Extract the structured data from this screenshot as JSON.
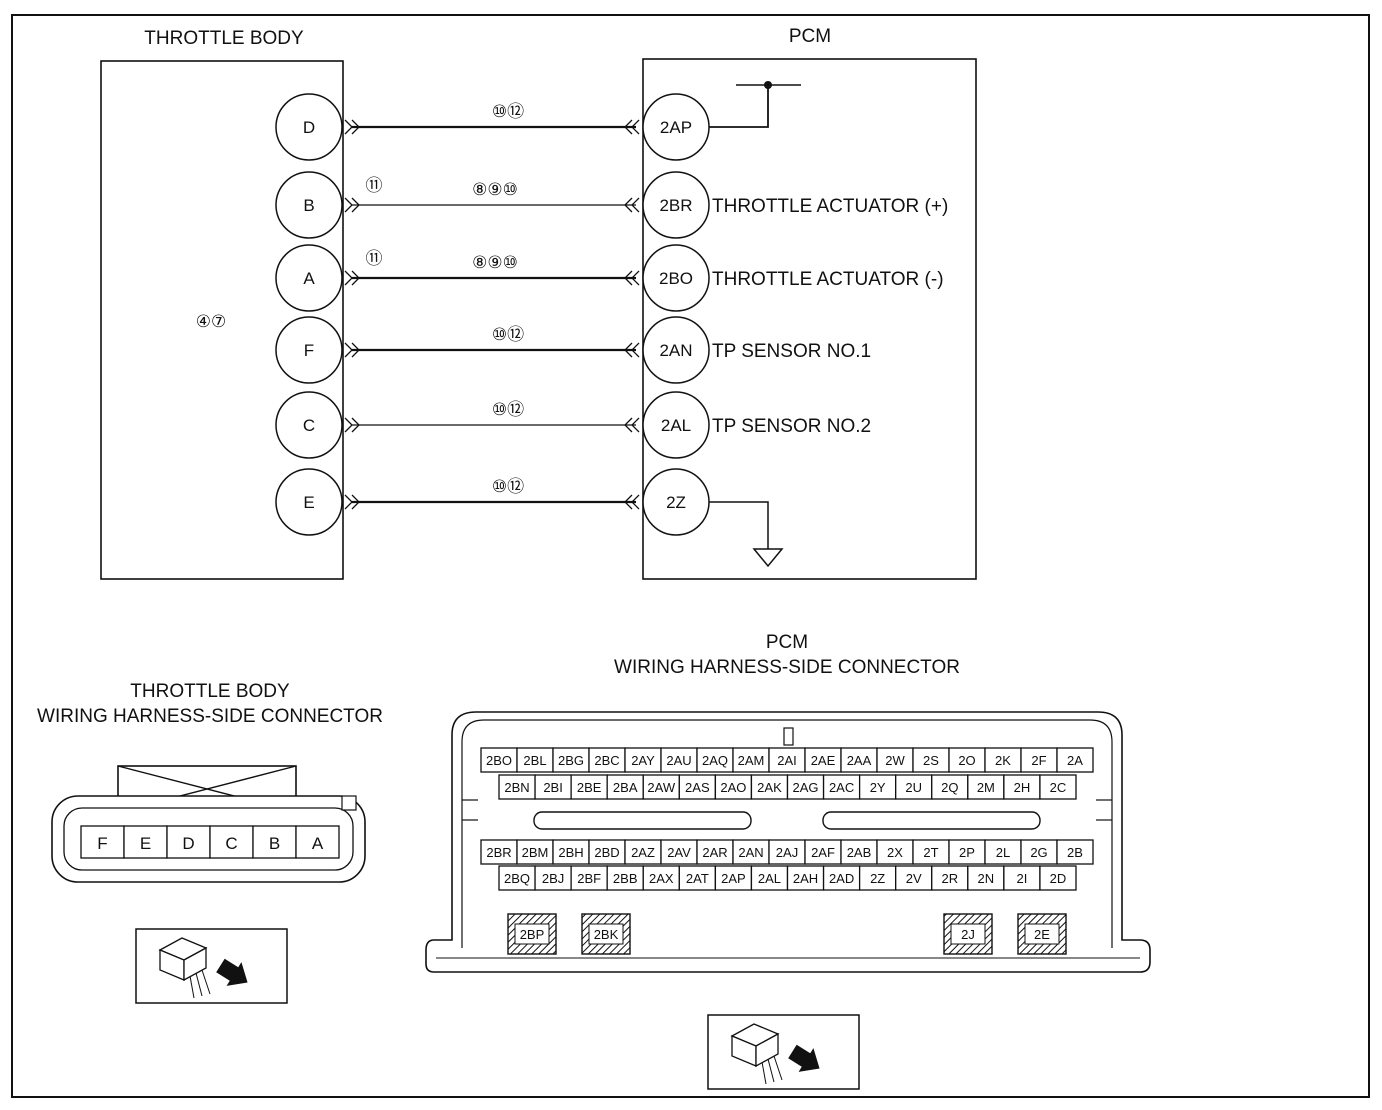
{
  "throttle_body": {
    "title": "THROTTLE BODY",
    "note": "④⑦",
    "terminals": [
      "D",
      "B",
      "A",
      "F",
      "C",
      "E"
    ]
  },
  "pcm": {
    "title": "PCM",
    "terminals": [
      "2AP",
      "2BR",
      "2BO",
      "2AN",
      "2AL",
      "2Z"
    ],
    "signals": [
      "",
      "THROTTLE ACTUATOR (+)",
      "THROTTLE ACTUATOR (-)",
      "TP SENSOR NO.1",
      "TP SENSOR NO.2",
      ""
    ]
  },
  "wire_near_labels": [
    "",
    "⑪",
    "⑪",
    "",
    "",
    ""
  ],
  "wire_mid_labels": [
    "⑩⑫",
    "⑧⑨⑩",
    "⑧⑨⑩",
    "⑩⑫",
    "⑩⑫",
    "⑩⑫"
  ],
  "tb_connector": {
    "title_line1": "THROTTLE BODY",
    "title_line2": "WIRING HARNESS-SIDE CONNECTOR",
    "pins": [
      "F",
      "E",
      "D",
      "C",
      "B",
      "A"
    ]
  },
  "pcm_connector": {
    "title_line1": "PCM",
    "title_line2": "WIRING HARNESS-SIDE CONNECTOR",
    "rows": [
      [
        "2BO",
        "2BL",
        "2BG",
        "2BC",
        "2AY",
        "2AU",
        "2AQ",
        "2AM",
        "2AI",
        "2AE",
        "2AA",
        "2W",
        "2S",
        "2O",
        "2K",
        "2F",
        "2A"
      ],
      [
        "2BN",
        "2BI",
        "2BE",
        "2BA",
        "2AW",
        "2AS",
        "2AO",
        "2AK",
        "2AG",
        "2AC",
        "2Y",
        "2U",
        "2Q",
        "2M",
        "2H",
        "2C"
      ],
      [
        "2BR",
        "2BM",
        "2BH",
        "2BD",
        "2AZ",
        "2AV",
        "2AR",
        "2AN",
        "2AJ",
        "2AF",
        "2AB",
        "2X",
        "2T",
        "2P",
        "2L",
        "2G",
        "2B"
      ],
      [
        "2BQ",
        "2BJ",
        "2BF",
        "2BB",
        "2AX",
        "2AT",
        "2AP",
        "2AL",
        "2AH",
        "2AD",
        "2Z",
        "2V",
        "2R",
        "2N",
        "2I",
        "2D"
      ]
    ],
    "special": [
      "2BP",
      "2BK",
      "2J",
      "2E"
    ]
  }
}
